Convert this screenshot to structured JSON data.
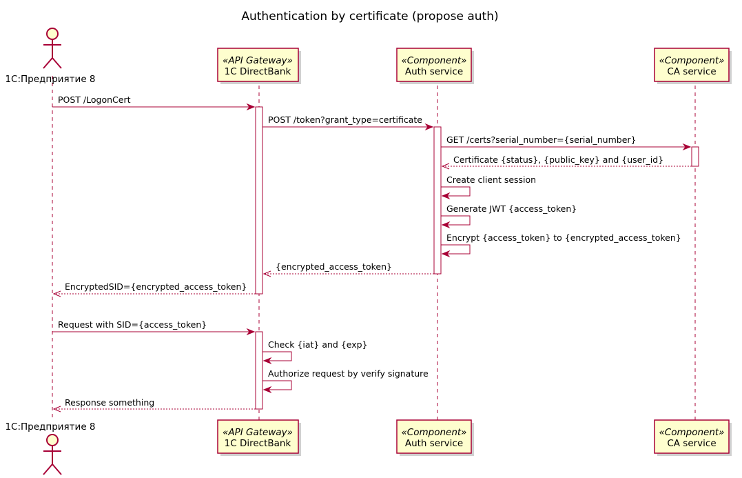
{
  "title": "Authentication by certificate (propose auth)",
  "colors": {
    "line": "#A80036",
    "box_fill": "#FEFECE",
    "activation_fill": "#FFFFFF"
  },
  "participants": [
    {
      "id": "client",
      "kind": "actor",
      "name": "1С:Предприятие 8",
      "stereotype": ""
    },
    {
      "id": "gateway",
      "kind": "component",
      "name": "1C DirectBank",
      "stereotype": "«API Gateway»"
    },
    {
      "id": "auth",
      "kind": "component",
      "name": "Auth service",
      "stereotype": "«Component»"
    },
    {
      "id": "ca",
      "kind": "component",
      "name": "CA service",
      "stereotype": "«Component»"
    }
  ],
  "messages": [
    {
      "from": "client",
      "to": "gateway",
      "label": "POST /LogonCert",
      "style": "solid"
    },
    {
      "from": "gateway",
      "to": "auth",
      "label": "POST /token?grant_type=certificate",
      "style": "solid"
    },
    {
      "from": "auth",
      "to": "ca",
      "label": "GET /certs?serial_number={serial_number}",
      "style": "solid"
    },
    {
      "from": "ca",
      "to": "auth",
      "label": "Certificate {status}, {public_key} and {user_id}",
      "style": "dashed"
    },
    {
      "from": "auth",
      "to": "auth",
      "label": "Create client session",
      "style": "self"
    },
    {
      "from": "auth",
      "to": "auth",
      "label": "Generate JWT {access_token}",
      "style": "self"
    },
    {
      "from": "auth",
      "to": "auth",
      "label": "Encrypt {access_token} to {encrypted_access_token}",
      "style": "self"
    },
    {
      "from": "auth",
      "to": "gateway",
      "label": "{encrypted_access_token}",
      "style": "dashed"
    },
    {
      "from": "gateway",
      "to": "client",
      "label": "EncryptedSID={encrypted_access_token}",
      "style": "dashed"
    },
    {
      "from": "client",
      "to": "gateway",
      "label": "Request with SID={access_token}",
      "style": "solid"
    },
    {
      "from": "gateway",
      "to": "gateway",
      "label": "Check {iat} and {exp}",
      "style": "self"
    },
    {
      "from": "gateway",
      "to": "gateway",
      "label": "Authorize request by verify signature",
      "style": "self"
    },
    {
      "from": "gateway",
      "to": "client",
      "label": "Response something",
      "style": "dashed"
    }
  ]
}
